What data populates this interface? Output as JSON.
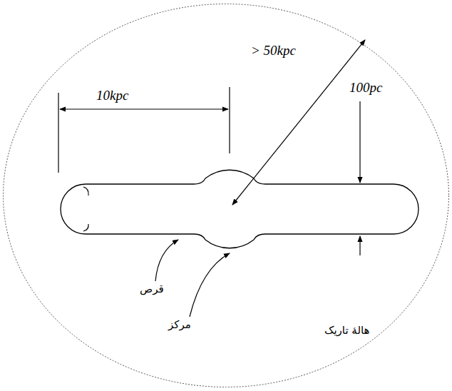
{
  "diagram": {
    "nodes": [
      {
        "text": [
          "هالهٔ تاریک"
        ]
      }
    ],
    "labels": [
      "> 50kpc",
      "10kpc",
      "100pc",
      "قرص",
      "مرکز"
    ]
  }
}
